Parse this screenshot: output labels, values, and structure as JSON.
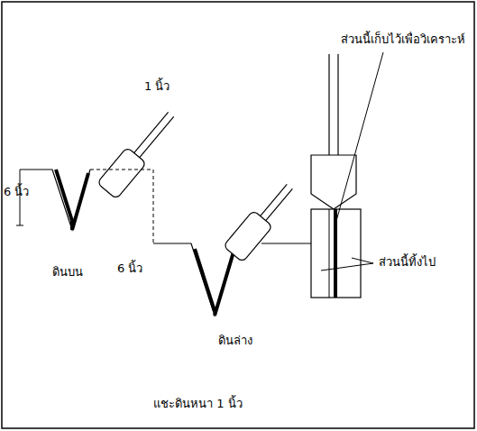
{
  "diagram": {
    "labels": [
      "ส่วนนี้เก็บไว้เพื่อวิเคราะห์",
      "1 นิ้ว",
      "6 นิ้ว",
      "6 นิ้ว",
      "ดินบน",
      "ดินล่าง",
      "ส่วนนี้ทิ้งไป",
      "แชะดินหนา 1 นิ้ว"
    ]
  }
}
